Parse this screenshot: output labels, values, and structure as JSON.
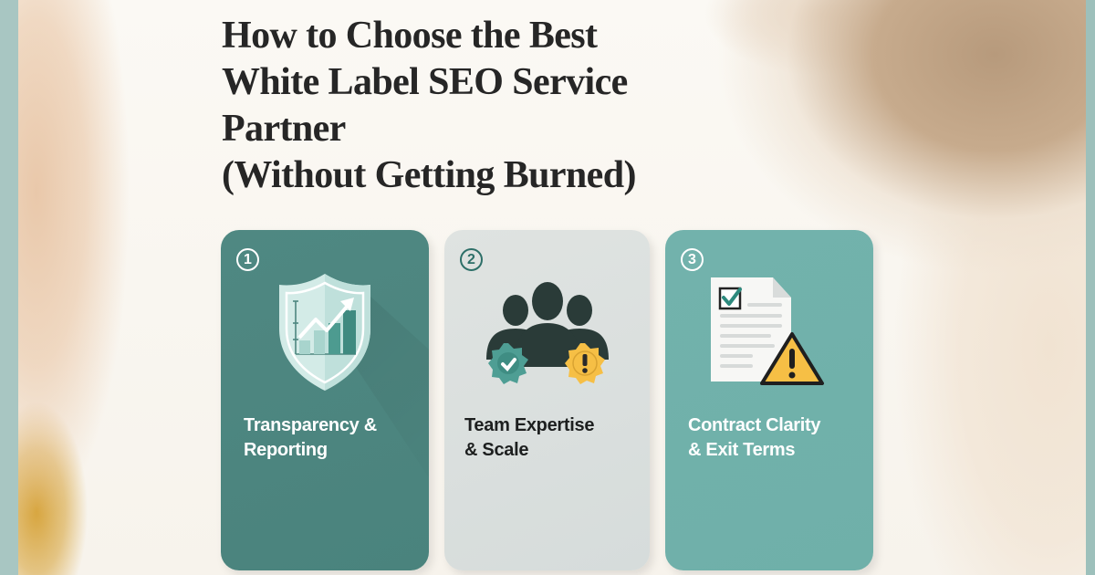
{
  "header": {
    "title_lines": [
      "How to Choose the Best",
      "White Label SEO Service",
      "Partner",
      "(Without Getting Burned)"
    ]
  },
  "cards": [
    {
      "number": "1",
      "icon": "shield-chart-icon",
      "label_lines": [
        "Transparency &",
        "Reporting"
      ],
      "color": "#4d867f"
    },
    {
      "number": "2",
      "icon": "team-badges-icon",
      "label_lines": [
        "Team Expertise",
        "& Scale"
      ],
      "color": "#dae0de"
    },
    {
      "number": "3",
      "icon": "contract-warning-icon",
      "label_lines": [
        "Contract Clarity",
        "& Exit Terms"
      ],
      "color": "#70b1aa"
    }
  ],
  "colors": {
    "title": "#262626",
    "accent_teal_dark": "#4d867f",
    "accent_teal_light": "#70b1aa",
    "warning_yellow": "#f6bf45",
    "background": "#f8f5ef"
  }
}
